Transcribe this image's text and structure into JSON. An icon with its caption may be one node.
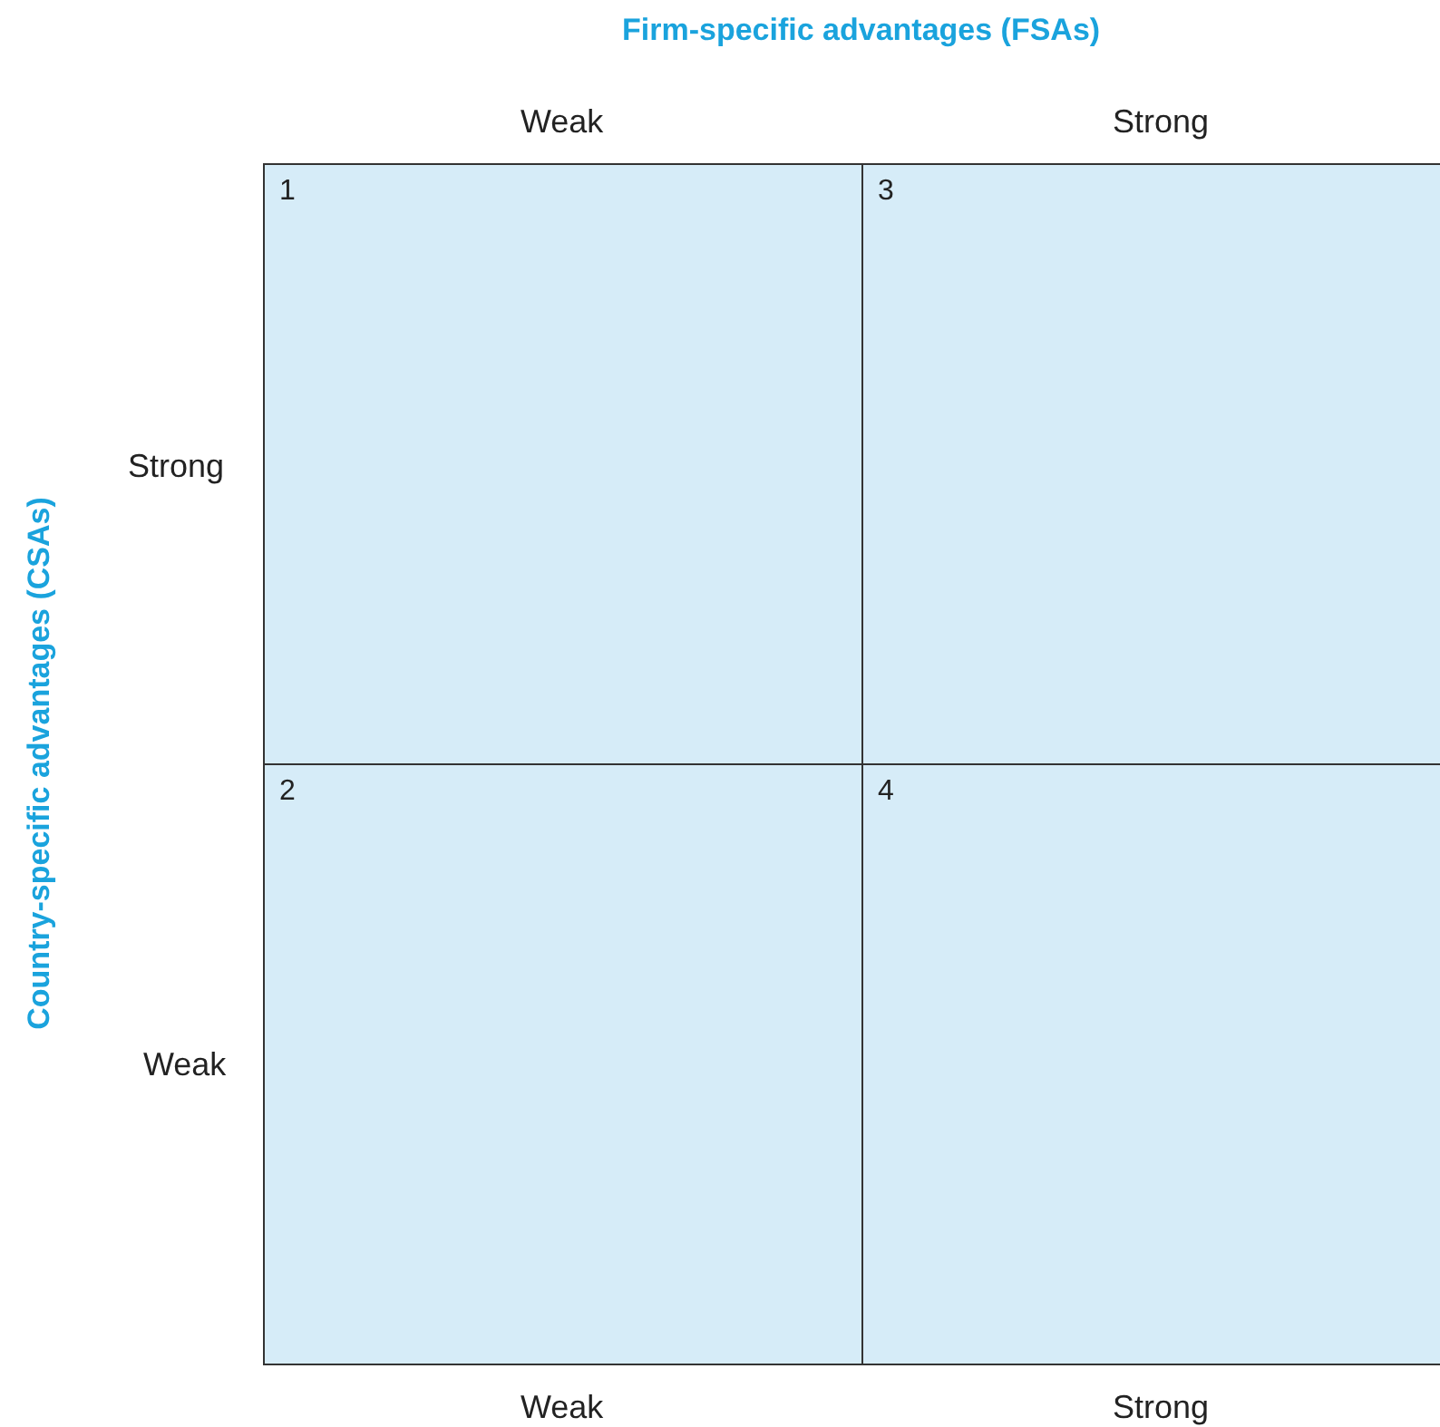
{
  "diagram": {
    "nodes": [
      {
        "text": [
          "1"
        ]
      },
      {
        "text": [
          "3"
        ]
      },
      {
        "text": [
          "2"
        ]
      },
      {
        "text": [
          "4"
        ]
      }
    ],
    "edges": [],
    "labels": [
      "Firm-specific advantages (FSAs)",
      "Weak",
      "Strong",
      "Strong",
      "Country-specific advantages (CSAs)",
      "Weak",
      "Weak",
      "Strong"
    ]
  }
}
